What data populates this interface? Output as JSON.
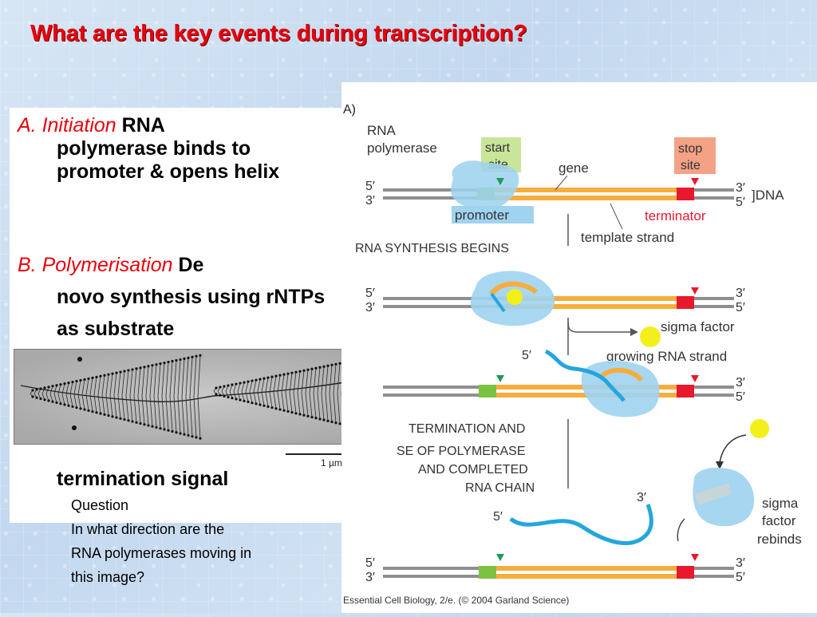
{
  "title": "What are the key events during transcription?",
  "bullets": {
    "a": {
      "marker": "A.",
      "label": "Initiation",
      "text1": "RNA",
      "text_rest": "polymerase binds to promoter & opens helix"
    },
    "b": {
      "label": "B. Polymerisation",
      "text1": "De",
      "text_rest": "novo synthesis using rNTPs as substrate"
    },
    "c": {
      "text": "termination signal"
    }
  },
  "micrograph": {
    "scale_label": "1 µm"
  },
  "question": {
    "line1": "Question",
    "line2": "In what direction are the",
    "line3": "RNA polymerases moving in",
    "line4": "this image?"
  },
  "diagram": {
    "panel_label": "A)",
    "rna_polymerase": "RNA polymerase",
    "start_site": "start site",
    "gene": "gene",
    "stop_site": "stop site",
    "five_prime": "5′",
    "three_prime": "3′",
    "dna": "DNA",
    "promoter": "promoter",
    "terminator": "terminator",
    "template_strand": "template strand",
    "rna_synthesis_begins": "RNA SYNTHESIS BEGINS",
    "sigma_factor": "sigma factor",
    "growing_rna_strand": "growing RNA strand",
    "termination_line1": "TERMINATION AND",
    "termination_line2": "SE OF POLYMERASE",
    "termination_line3": "AND COMPLETED",
    "termination_line4": "RNA CHAIN",
    "sigma_rebinds_1": "sigma",
    "sigma_rebinds_2": "factor",
    "sigma_rebinds_3": "rebinds",
    "credit": "Essential Cell Biology, 2/e. (© 2004 Garland Science)"
  },
  "colors": {
    "title": "#e8000b",
    "dna_gray": "#8f8f8f",
    "gene_orange": "#f6ad3c",
    "promoter_green": "#7dc142",
    "terminator_red": "#e8192c",
    "polymerase_blue": "#9fd3ef",
    "sigma_yellow": "#f3ef1a",
    "rna_blue": "#23a6dd"
  }
}
